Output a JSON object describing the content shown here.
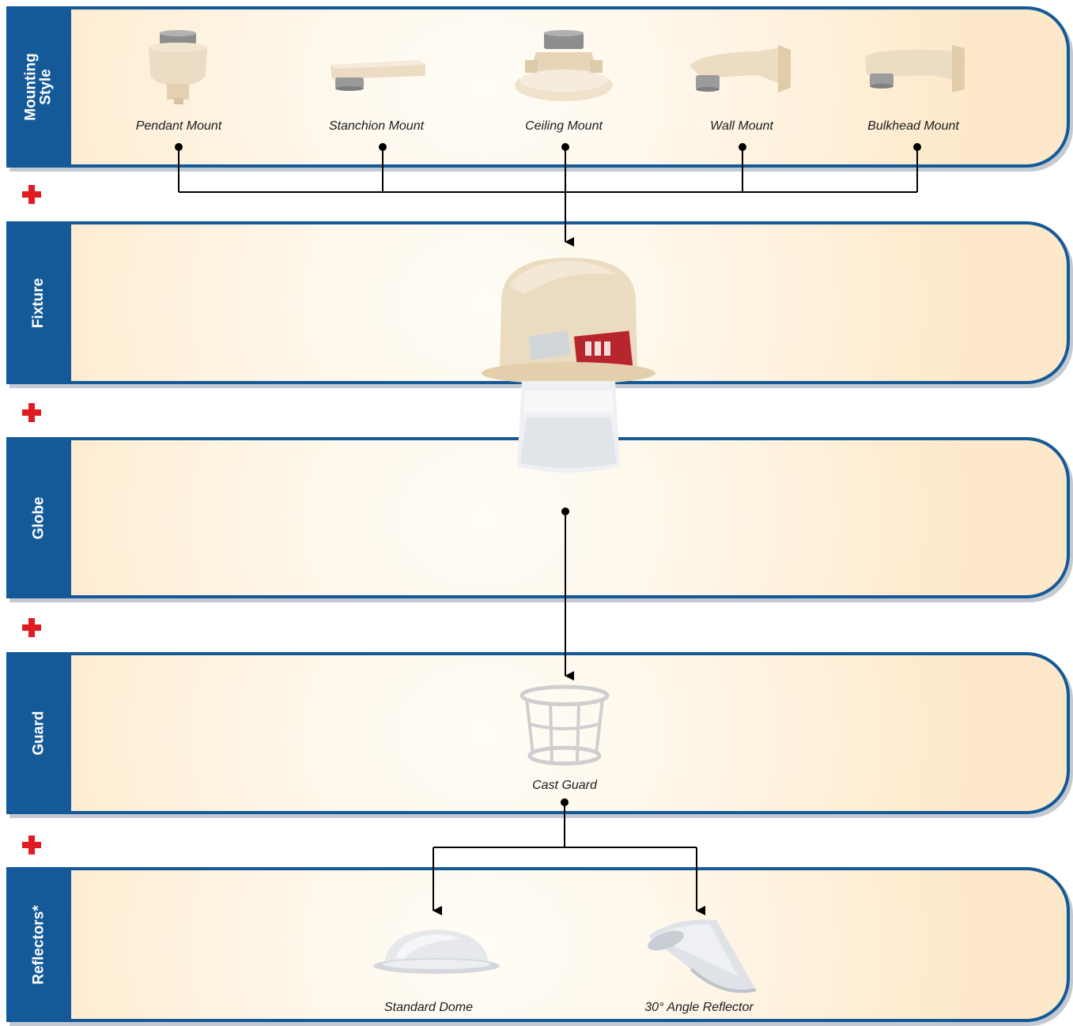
{
  "sections": {
    "mounting": "Mounting Style",
    "fixture": "Fixture",
    "globe": "Globe",
    "guard": "Guard",
    "reflectors": "Reflectors*"
  },
  "mounting_items": [
    {
      "label": "Pendant Mount",
      "icon": "pendant-mount-image"
    },
    {
      "label": "Stanchion Mount",
      "icon": "stanchion-mount-image"
    },
    {
      "label": "Ceiling Mount",
      "icon": "ceiling-mount-image"
    },
    {
      "label": "Wall Mount",
      "icon": "wall-mount-image"
    },
    {
      "label": "Bulkhead Mount",
      "icon": "bulkhead-mount-image"
    }
  ],
  "guard_item": {
    "label": "Cast Guard",
    "icon": "cast-guard-image"
  },
  "reflector_items": [
    {
      "label": "Standard Dome",
      "icon": "standard-dome-image"
    },
    {
      "label": "30° Angle Reflector",
      "icon": "angle-reflector-image"
    }
  ],
  "colors": {
    "band": "#155a98",
    "plus": "#e11b22",
    "panel_light": "#fffdf7",
    "panel_warm": "#fde9c9",
    "connector": "#000000"
  }
}
